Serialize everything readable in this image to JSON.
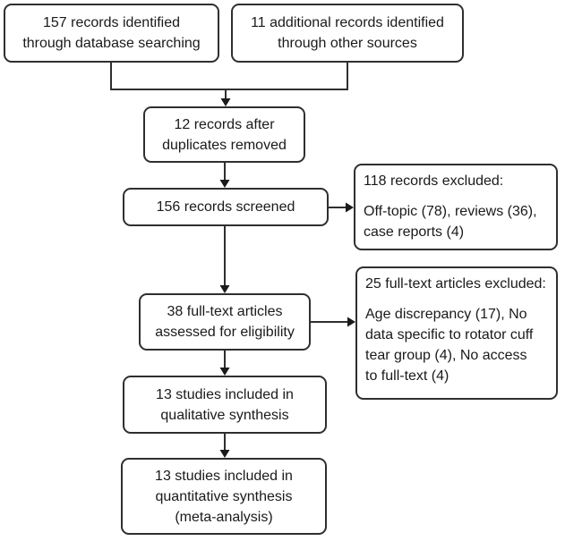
{
  "diagram": {
    "kind": "prisma-flowchart",
    "colors": {
      "background": "#ffffff",
      "line": "#2f2f2f",
      "text": "#1a1a1a"
    },
    "nodes": {
      "identified_database": {
        "text": "157 records identified\nthrough database searching"
      },
      "identified_other": {
        "text": "11 additional records identified\nthrough other sources"
      },
      "after_duplicates": {
        "text": "12 records after\nduplicates removed"
      },
      "screened": {
        "text": "156 records screened"
      },
      "records_excluded": {
        "title": "118 records excluded:",
        "detail": "Off-topic (78), reviews (36),\ncase reports (4)"
      },
      "fulltext_assessed": {
        "text": "38 full-text articles\nassessed for eligibility"
      },
      "fulltext_excluded": {
        "title": "25 full-text articles excluded:",
        "detail": "Age discrepancy (17), No\ndata specific to rotator cuff\ntear group (4), No access\nto full-text (4)"
      },
      "qualitative": {
        "text": "13 studies included in\nqualitative synthesis"
      },
      "quantitative": {
        "text": "13 studies included in\nquantitative synthesis\n(meta-analysis)"
      }
    },
    "edges": [
      {
        "from": "identified_database",
        "to": "after_duplicates"
      },
      {
        "from": "identified_other",
        "to": "after_duplicates"
      },
      {
        "from": "after_duplicates",
        "to": "screened"
      },
      {
        "from": "screened",
        "to": "records_excluded"
      },
      {
        "from": "screened",
        "to": "fulltext_assessed"
      },
      {
        "from": "fulltext_assessed",
        "to": "fulltext_excluded"
      },
      {
        "from": "fulltext_assessed",
        "to": "qualitative"
      },
      {
        "from": "qualitative",
        "to": "quantitative"
      }
    ]
  }
}
